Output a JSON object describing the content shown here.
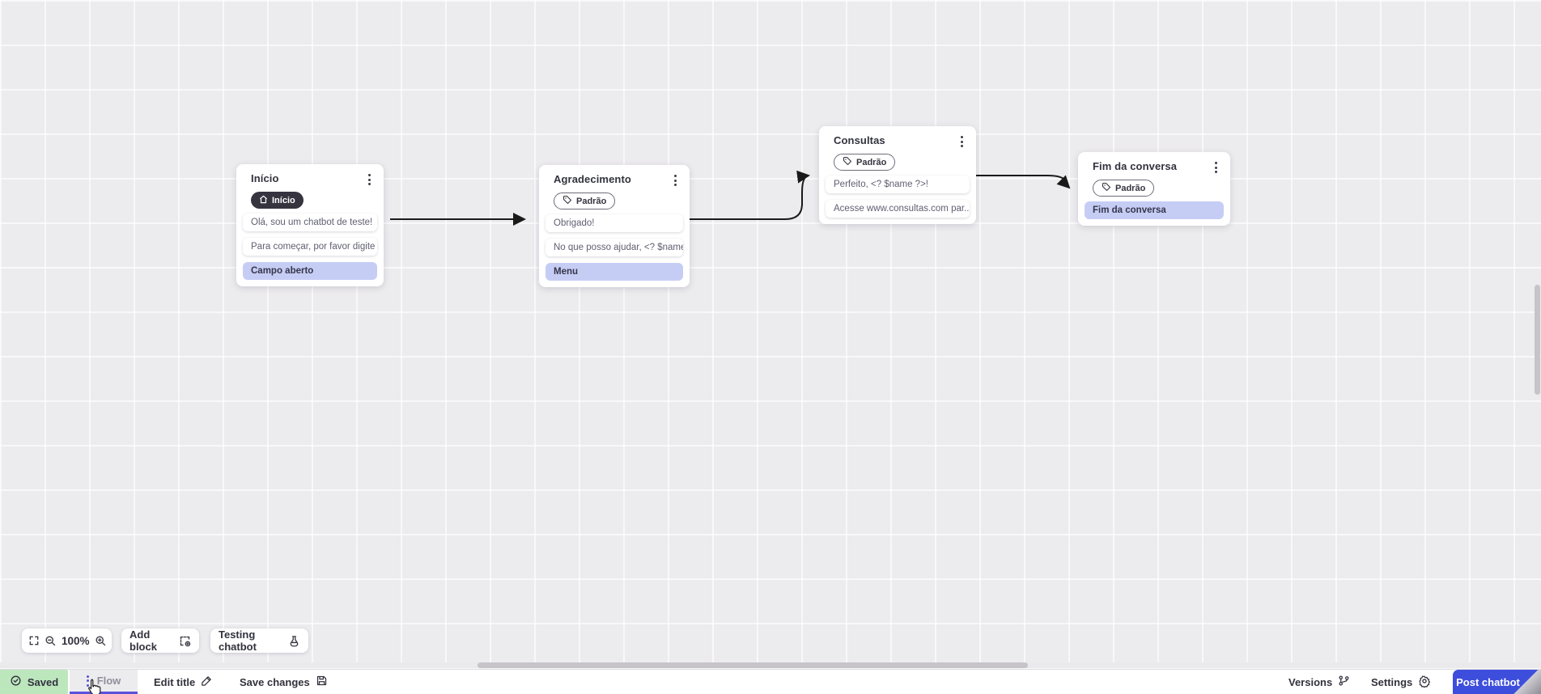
{
  "canvas": {
    "background": "#ECEBEE",
    "nodes": [
      {
        "id": "inicio",
        "title": "Início",
        "badge": {
          "style": "dark",
          "icon": "home-icon",
          "label": "Início"
        },
        "items": [
          {
            "text": "Olá, sou um chatbot de teste!",
            "highlight": false
          },
          {
            "text": "Para começar, por favor digite o ...",
            "highlight": false
          },
          {
            "text": "Campo aberto",
            "highlight": true
          }
        ]
      },
      {
        "id": "agradecimento",
        "title": "Agradecimento",
        "badge": {
          "style": "outline",
          "icon": "tag-icon",
          "label": "Padrão"
        },
        "items": [
          {
            "text": "Obrigado!",
            "highlight": false
          },
          {
            "text": "No que posso ajudar, <? $name ...",
            "highlight": false
          },
          {
            "text": "Menu",
            "highlight": true
          }
        ]
      },
      {
        "id": "consultas",
        "title": "Consultas",
        "badge": {
          "style": "outline",
          "icon": "tag-icon",
          "label": "Padrão"
        },
        "items": [
          {
            "text": "Perfeito, <? $name ?>!",
            "highlight": false
          },
          {
            "text": "Acesse www.consultas.com par...",
            "highlight": false
          }
        ]
      },
      {
        "id": "fim-da-conversa",
        "title": "Fim da conversa",
        "badge": {
          "style": "outline",
          "icon": "tag-icon",
          "label": "Padrão"
        },
        "items": [
          {
            "text": "Fim da conversa",
            "highlight": true
          }
        ]
      }
    ],
    "connections": [
      {
        "from": "inicio",
        "to": "agradecimento"
      },
      {
        "from": "agradecimento",
        "to": "consultas"
      },
      {
        "from": "consultas",
        "to": "fim-da-conversa"
      }
    ]
  },
  "toolbar": {
    "zoom_level": "100%",
    "add_block_label": "Add block",
    "testing_chatbot_label": "Testing chatbot"
  },
  "bottom_bar": {
    "saved_label": "Saved",
    "flow_tab_label": "Flow",
    "edit_title_label": "Edit title",
    "save_changes_label": "Save changes",
    "versions_label": "Versions",
    "settings_label": "Settings",
    "post_chatbot_label": "Post chatbot"
  },
  "colors": {
    "accent_purple": "#5B51DB",
    "post_button_blue": "#3D4EDC",
    "saved_green_bg": "#BCE7BD",
    "highlight_item_bg": "#C6CDF5",
    "dark_badge_bg": "#35343F",
    "edge_black": "#1a1a1a",
    "flow_tab_text": "#8F8F9A"
  }
}
